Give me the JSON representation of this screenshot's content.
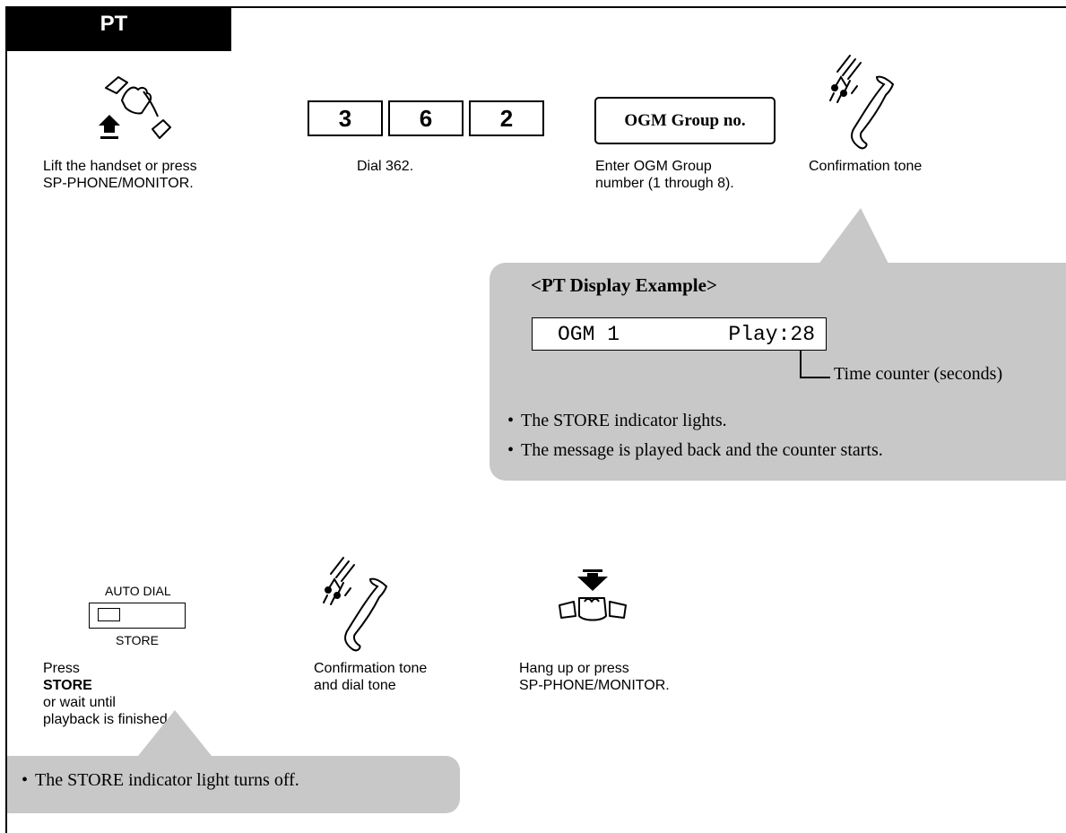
{
  "tab": {
    "label": "PT"
  },
  "steps": [
    {
      "lines": [
        "Lift the handset or press",
        "SP-PHONE/MONITOR."
      ]
    },
    {
      "lines": [
        "Dial 362."
      ]
    },
    {
      "lines": [
        "Enter OGM Group",
        "number (1 through 8)."
      ]
    },
    {
      "lines": [
        "Confirmation tone"
      ]
    }
  ],
  "keys": [
    "3",
    "6",
    "2"
  ],
  "ogm_box": {
    "label": "OGM Group no."
  },
  "display_panel": {
    "title": "<PT Display Example>",
    "lcd_left": "OGM 1",
    "lcd_right": "Play:28",
    "counter_label": "Time counter (seconds)",
    "bullets": [
      "The STORE indicator lights.",
      "The message is played back and the counter starts."
    ]
  },
  "store_button": {
    "top_label": "AUTO DIAL",
    "bottom_label": "STORE"
  },
  "steps2": [
    {
      "pre": "Press ",
      "bold": "STORE",
      "post": " or wait until",
      "line2": "playback is finished."
    },
    {
      "lines": [
        "Confirmation tone",
        "and dial tone"
      ]
    },
    {
      "lines": [
        "Hang up or press",
        "SP-PHONE/MONITOR."
      ]
    }
  ],
  "bottom_panel": {
    "bullet": "The STORE indicator light turns off."
  }
}
